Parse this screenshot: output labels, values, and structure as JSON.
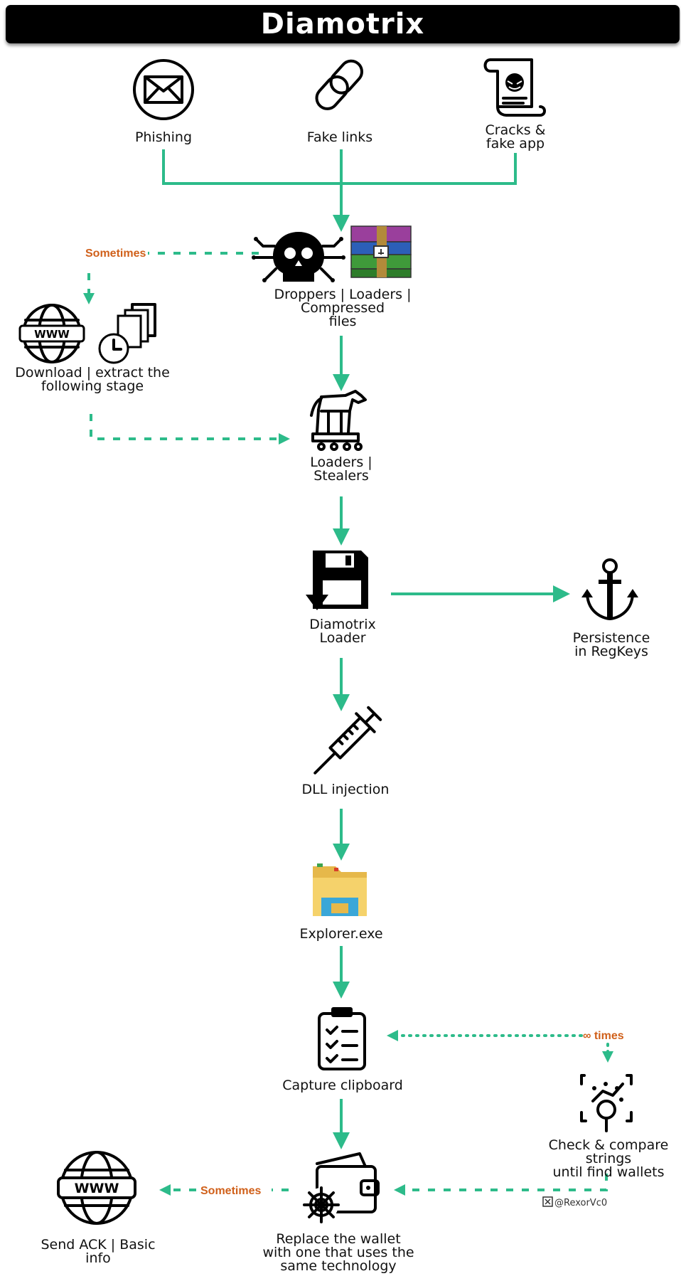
{
  "title": "Diamotrix",
  "nodes": {
    "phishing": "Phishing",
    "fake_links": "Fake links",
    "cracks": [
      "Cracks &",
      "fake app"
    ],
    "droppers": [
      "Droppers | Loaders |",
      "Compressed",
      "files"
    ],
    "download": [
      "Download | extract the",
      "following stage"
    ],
    "loaders": [
      "Loaders |",
      "Stealers"
    ],
    "diamotrix_loader": [
      "Diamotrix",
      "Loader"
    ],
    "persistence": [
      "Persistence",
      "in RegKeys"
    ],
    "dll": "DLL injection",
    "explorer": "Explorer.exe",
    "clipboard": "Capture clipboard",
    "check": [
      "Check & compare",
      "strings",
      "until find wallets"
    ],
    "replace": [
      "Replace the wallet",
      "with one that uses the",
      "same technology"
    ],
    "send_ack": [
      "Send ACK | Basic",
      "info"
    ]
  },
  "notes": {
    "sometimes_top": "Sometimes",
    "times": "∞ times",
    "sometimes_bottom": "Sometimes"
  },
  "credit": "@RexorVc0",
  "colors": {
    "flow": "#2dbb8a",
    "note": "#d0601a",
    "title_bg": "#000000"
  },
  "icons": [
    "envelope-icon",
    "chain-link-icon",
    "evil-scroll-icon",
    "skull-circuit-icon",
    "rar-archive-icon",
    "globe-www-icon",
    "stacked-files-clock-icon",
    "trojan-horse-icon",
    "floppy-download-icon",
    "anchor-icon",
    "syringe-icon",
    "folder-icon",
    "clipboard-checklist-icon",
    "scan-magnifier-icon",
    "wallet-web-icon"
  ]
}
